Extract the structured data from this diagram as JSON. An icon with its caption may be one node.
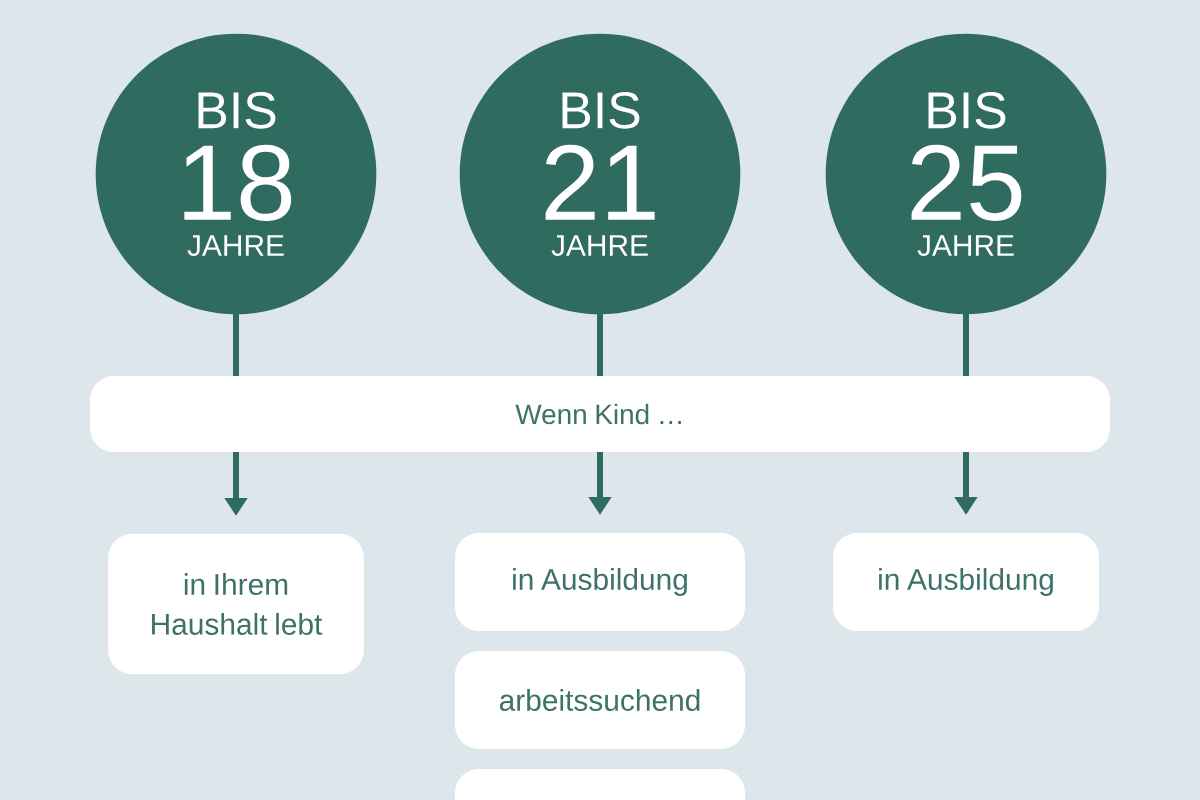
{
  "diagram": {
    "nodes": [
      {
        "text": [
          "BIS",
          "18",
          "JAHRE"
        ]
      },
      {
        "text": [
          "BIS",
          "21",
          "JAHRE"
        ]
      },
      {
        "text": [
          "BIS",
          "25",
          "JAHRE"
        ]
      },
      {
        "text": [
          "Wenn Kind …"
        ]
      },
      {
        "text": [
          "in Ihrem Haushalt lebt"
        ]
      },
      {
        "text": [
          "in Ausbildung"
        ]
      },
      {
        "text": [
          "in Ausbildung"
        ]
      },
      {
        "text": [
          "arbeitssuchend"
        ]
      },
      {
        "text": [],
        "shape": "box"
      }
    ],
    "edges": [
      {
        "from": 0,
        "to": 3,
        "arrow": "none"
      },
      {
        "from": 1,
        "to": 3,
        "arrow": "none"
      },
      {
        "from": 2,
        "to": 3,
        "arrow": "none"
      },
      {
        "from": 3,
        "to": 4,
        "arrow": "to"
      },
      {
        "from": 3,
        "to": 5,
        "arrow": "to"
      },
      {
        "from": 3,
        "to": 6,
        "arrow": "to"
      }
    ]
  }
}
